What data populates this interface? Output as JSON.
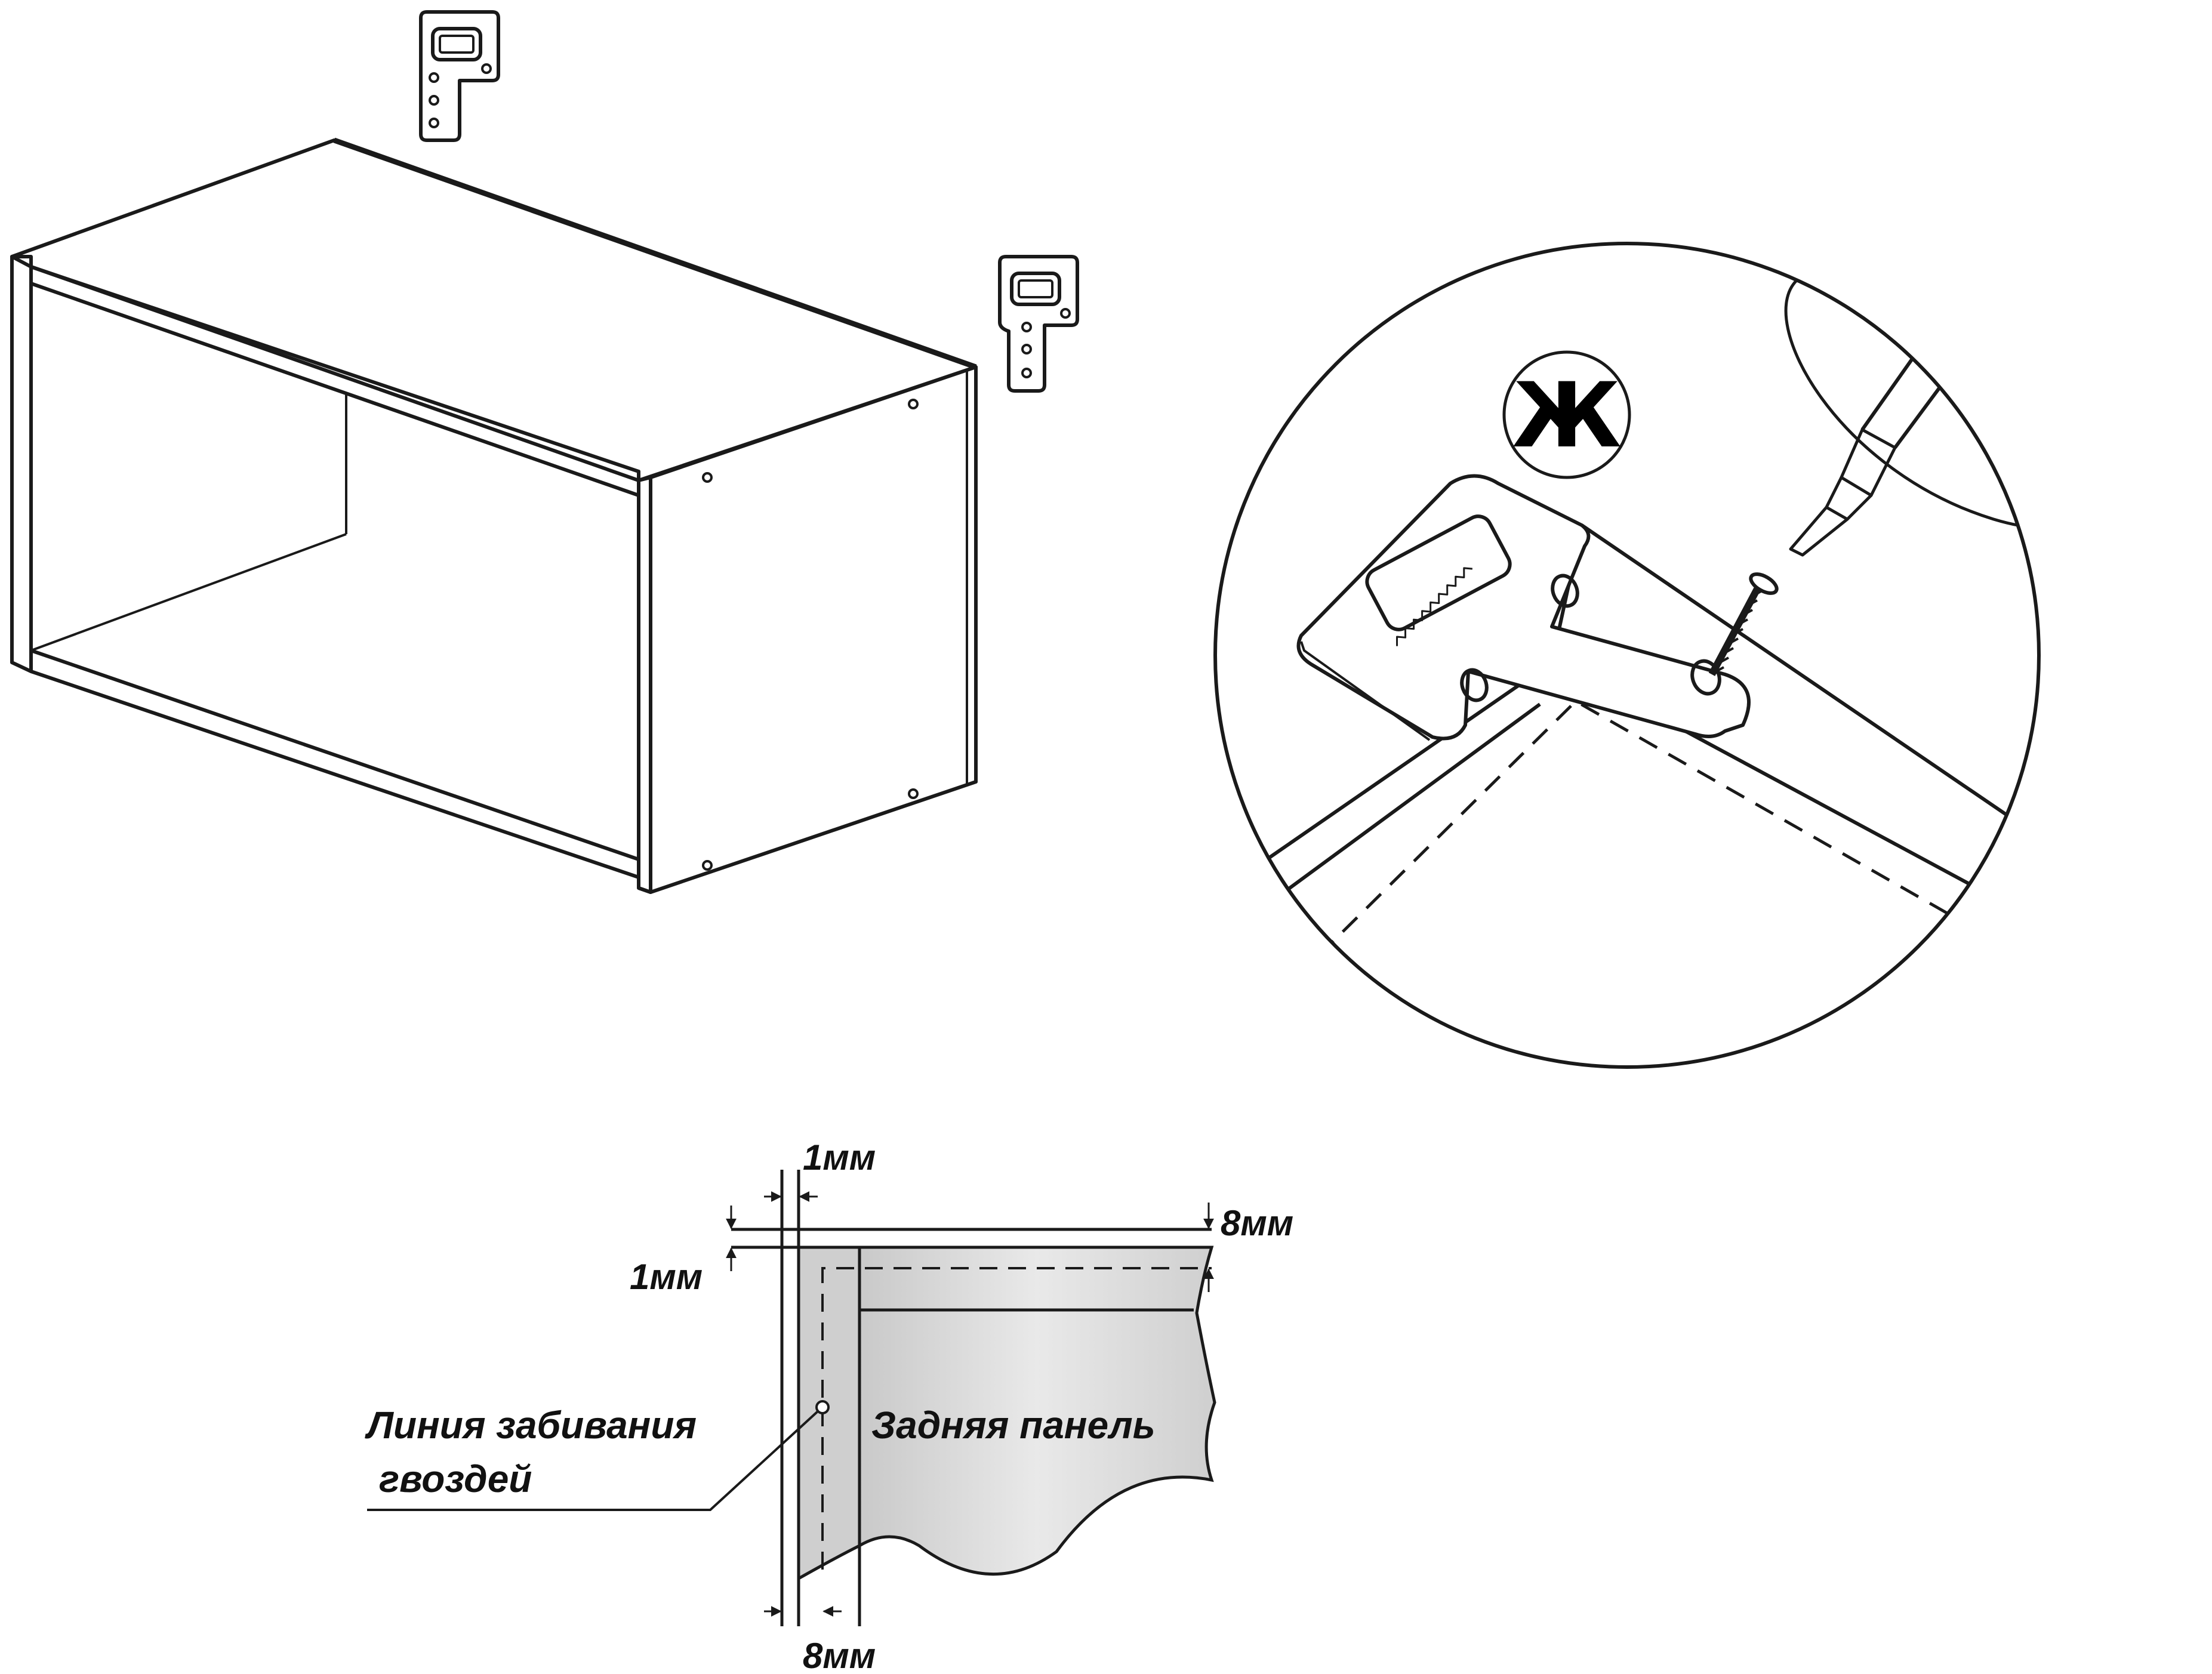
{
  "step_marker": "Ж",
  "dimensions": {
    "top_gap": "1мм",
    "side_gap": "1мм",
    "top_offset": "8мм",
    "bottom_offset": "8мм"
  },
  "labels": {
    "nail_line_line1": "Линия забивания",
    "nail_line_line2": "гвоздей",
    "back_panel": "Задняя панель"
  },
  "colors": {
    "line": "#1a1a1a",
    "panel_fill": "#d6d6d6",
    "background": "#ffffff"
  }
}
